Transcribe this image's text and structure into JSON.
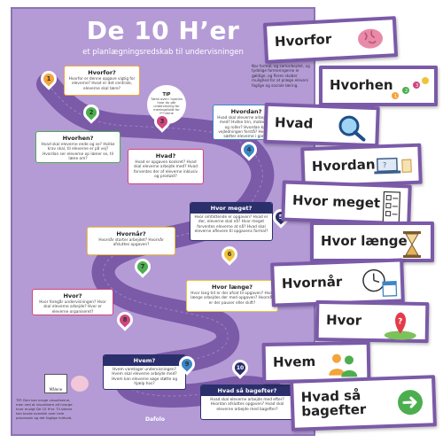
{
  "poster": {
    "title": "De 10 H’er",
    "subtitle": "et planlægningsredskab til undervisningen",
    "footer_brand": "Dafolo",
    "note_top_right": "Nar formal, og samarbejdet, og tydelige formeringerne er gøldige, og fleres skaber mulighed for at præge elevers faglige og sociale læring.",
    "note_bottom_left": "TIP: Den kan bruge visualiserne, men ved at visualisere alt hvorge hvor muligt De 10 H'er. Til sidene kan bruke overblik over hele processen og det faglige indhold.",
    "tip": {
      "title": "TIP",
      "text": "Tænk over i hvorlan hvor du går undervisning for meningsfuldt for eleverne"
    },
    "mascot_label": "Målene",
    "steps": [
      {
        "num": "1",
        "title": "Hvorfor?",
        "desc": "Hvorfor er denne opgave vigtig for eleverne? Hvad er det centrale, eleverne skal lære?"
      },
      {
        "num": "2",
        "title": "Hvorhen?",
        "desc": "Hvad skal eleverne ende og se? Hvilke krav skal, til eleverne er på vej? Hvordan ser eleverne op læner se, til læne om?"
      },
      {
        "num": "3",
        "title": "Hvad?",
        "desc": "Hvad er opgaven konkret? Hvad skal eleverne arbejde med? Hvad forventes der af eleverne inklusiv og produkt?"
      },
      {
        "num": "4",
        "title": "Hvordan?",
        "desc": "Hvad skal eleverne arbejde på med? Hvilke trin, materialer og roller? Hvordan kan vejledningen forstå? Hvordan sætter eleverne i gang?"
      },
      {
        "num": "5",
        "title": "Hvor meget?",
        "desc": "Hvor omfattende er opgaven? Hvad er der, eleverne skal nå? Hvor meget forventes eleverne at nå? Hvad skal eleverne aflevere til opgavens formal?"
      },
      {
        "num": "6",
        "title": "Hvornår?",
        "desc": "Hvornår starter arbejdet? Hvornår afsluttes opgaven?"
      },
      {
        "num": "7",
        "title": "Hvor?",
        "desc": "Hvor foregår undervisningen? Hvor skal eleverne arbejde? Hvor er eleverne organiseret?"
      },
      {
        "num": "8",
        "title": "Hvor længe?",
        "desc": "Hvor lang tid er der afsat til opgaven? Hvor længe arbejdes der med opgaven? Hvornår er der pauser eller skift?"
      },
      {
        "num": "9",
        "title": "Hvem?",
        "desc": "Hvem varetager undervisningen? Hvem skal eleverne arbejde med? Hvem kan eleverne søge støtte og hjælp hos?"
      },
      {
        "num": "10",
        "title": "Hvad så bagefter?",
        "desc": "Hvad skal eleverne arbejde med efter? Hvordan afsluttes opgaven? Hvad skal eleverne arbejde med bagefter?"
      }
    ],
    "pin_colors": [
      "#f3a43a",
      "#4cae4f",
      "#d0457d",
      "#3c86c6",
      "#2b2f6b",
      "#f0c33b",
      "#4cae4f",
      "#d0457d",
      "#3c86c6",
      "#2b2f6b"
    ]
  },
  "cards": [
    {
      "label": "Hvorfor",
      "icon": "brain-icon"
    },
    {
      "label": "Hvorhen",
      "icon": "steps-icon"
    },
    {
      "label": "Hvad",
      "icon": "magnifier-icon"
    },
    {
      "label": "Hvordan",
      "icon": "laptop-icon"
    },
    {
      "label": "Hvor meget",
      "icon": "task-list-icon"
    },
    {
      "label": "Hvor længe",
      "icon": "hourglass-icon"
    },
    {
      "label": "Hvornår",
      "icon": "clock-calendar-icon"
    },
    {
      "label": "Hvor",
      "icon": "map-pin-icon"
    },
    {
      "label": "Hvem",
      "icon": "people-icon"
    },
    {
      "label": "Hvad så bagefter",
      "icon": "arrow-right-icon"
    }
  ],
  "colors": {
    "poster_bg": "#b49bd6",
    "road": "#7b5aa8",
    "card_border": "#7b5aa8"
  }
}
